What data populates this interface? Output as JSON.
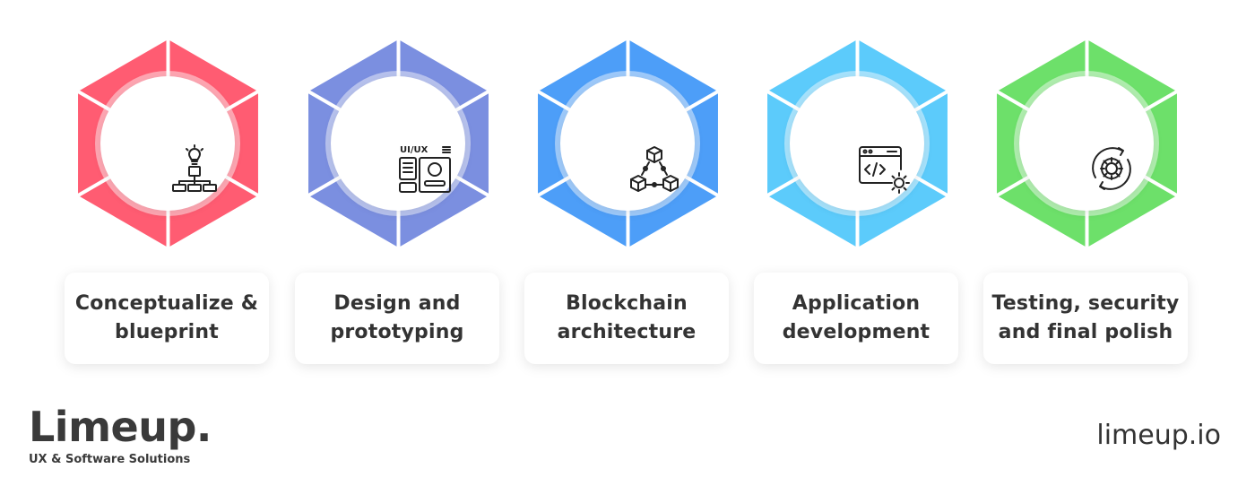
{
  "steps": [
    {
      "label": "Conceptualize &\nblueprint",
      "color": "#ff5c72",
      "icon": "idea-hierarchy-icon"
    },
    {
      "label": "Design and\nprototyping",
      "color": "#7b8fe0",
      "icon": "ui-ux-layout-icon",
      "icon_text": "UI/UX"
    },
    {
      "label": "Blockchain\narchitecture",
      "color": "#4d9ef8",
      "icon": "blockchain-cubes-icon"
    },
    {
      "label": "Application\ndevelopment",
      "color": "#5ccbfb",
      "icon": "code-window-gear-icon"
    },
    {
      "label": "Testing, security\nand final polish",
      "color": "#6de06a",
      "icon": "gear-cycle-icon"
    }
  ],
  "brand": {
    "name": "Limeup.",
    "tagline": "UX & Software Solutions"
  },
  "site": "limeup.io"
}
